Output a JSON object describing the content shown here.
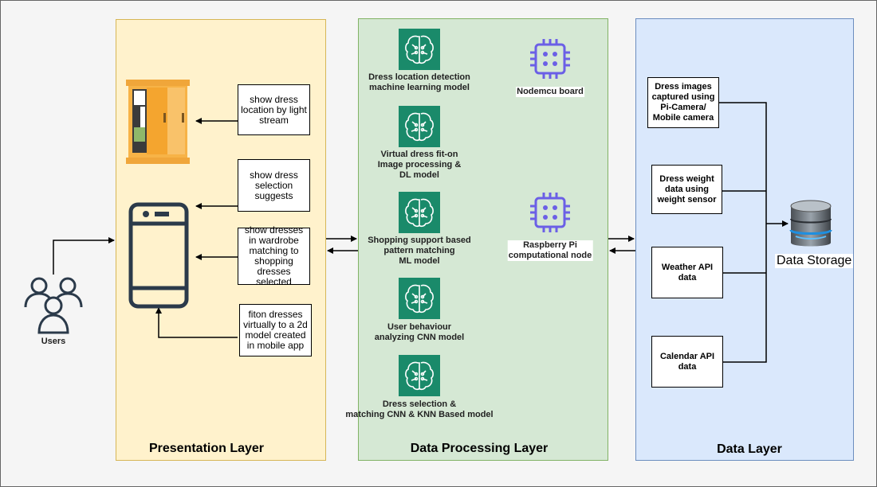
{
  "layers": {
    "presentation": "Presentation Layer",
    "processing": "Data Processing Layer",
    "data": "Data Layer"
  },
  "users_label": "Users",
  "presentation_boxes": [
    "show dress location by light stream",
    "show dress selection suggests",
    "show dresses in wardrobe matching to shopping dresses selected",
    "fiton dresses virtually to a 2d model created in mobile app"
  ],
  "ml_models": [
    "Dress location detection\nmachine learning model",
    "Virtual dress fit-on\nImage processing &\nDL model",
    "Shopping support based\npattern matching\nML model",
    "User behaviour\nanalyzing CNN model",
    "Dress selection &\nmatching CNN & KNN Based model"
  ],
  "devices": {
    "nodemcu": "Nodemcu board",
    "raspberry": "Raspberry Pi\ncomputational node"
  },
  "data_sources": [
    "Dress images captured using Pi-Camera/ Mobile camera",
    "Dress weight data using weight sensor",
    "Weather API data",
    "Calendar API data"
  ],
  "storage_label": "Data Storage",
  "colors": {
    "presentation_fill": "#fff2cc",
    "processing_fill": "#d5e8d4",
    "data_fill": "#dae8fc",
    "ml_icon": "#1a8a6a",
    "chip_icon": "#6b5fe6"
  }
}
